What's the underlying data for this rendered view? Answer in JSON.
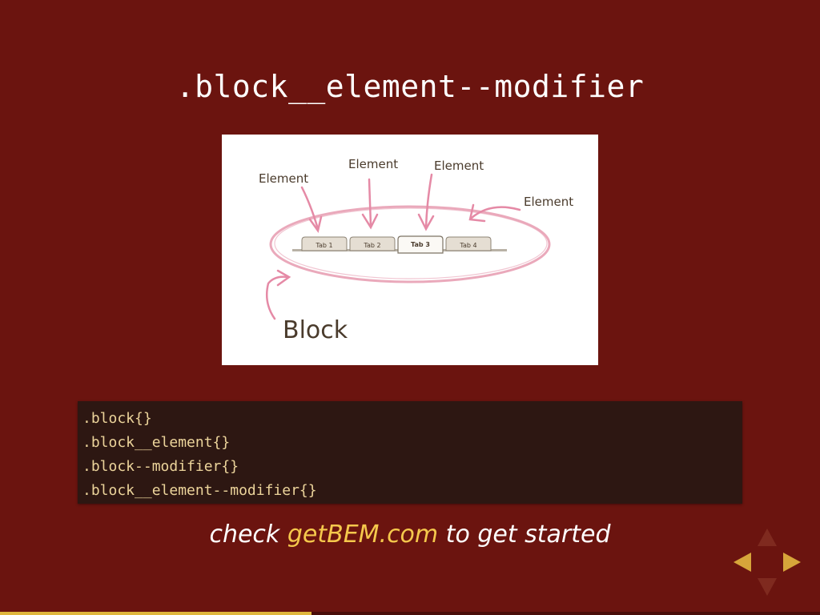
{
  "slide": {
    "title": ".block__element--modifier",
    "figure": {
      "labels": {
        "element_1": "Element",
        "element_2": "Element",
        "element_3": "Element",
        "element_4": "Element",
        "block": "Block"
      },
      "tabs": [
        "Tab 1",
        "Tab 2",
        "Tab 3",
        "Tab 4"
      ],
      "active_tab_index": 2,
      "annotation_color": "#e8a0b4"
    },
    "code_lines": [
      ".block{}",
      ".block__element{}",
      ".block--modifier{}",
      ".block__element--modifier{}"
    ],
    "cta": {
      "prefix": "check ",
      "link": "getBEM.com",
      "suffix": " to get started"
    }
  },
  "nav": {
    "up_icon": "triangle-up-icon",
    "down_icon": "triangle-down-icon",
    "left_icon": "triangle-left-icon",
    "right_icon": "triangle-right-icon"
  },
  "progress": {
    "fraction": 0.38
  },
  "colors": {
    "background": "#6b140f",
    "code_background": "#2d1712",
    "code_text": "#ecd49b",
    "link": "#f5c84c",
    "nav_active": "#d7a53a",
    "nav_inactive": "#7f2a1f",
    "progress": "#e0b73d"
  }
}
